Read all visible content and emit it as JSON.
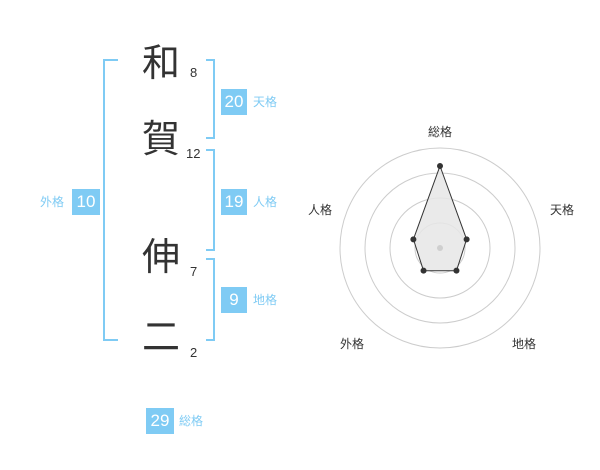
{
  "name": {
    "chars": [
      {
        "char": "和",
        "strokes": "8"
      },
      {
        "char": "賀",
        "strokes": "12"
      },
      {
        "char": "伸",
        "strokes": "7"
      },
      {
        "char": "二",
        "strokes": "2"
      }
    ]
  },
  "fortune": {
    "tenkaku": {
      "value": "20",
      "label": "天格"
    },
    "jinkaku": {
      "value": "19",
      "label": "人格"
    },
    "chikaku": {
      "value": "9",
      "label": "地格"
    },
    "gaikaku": {
      "value": "10",
      "label": "外格"
    },
    "soukaku": {
      "value": "29",
      "label": "総格"
    }
  },
  "radar": {
    "labels": {
      "top": "総格",
      "right": "天格",
      "bottom_right": "地格",
      "bottom_left": "外格",
      "left": "人格"
    },
    "values": {
      "soukaku": 0.82,
      "tenkaku": 0.28,
      "chikaku": 0.28,
      "gaikaku": 0.28,
      "jinkaku": 0.28
    },
    "colors": {
      "accent": "#7fcbf4",
      "ring": "#cccccc",
      "fill": "#e6e6e6",
      "line": "#333333"
    }
  }
}
